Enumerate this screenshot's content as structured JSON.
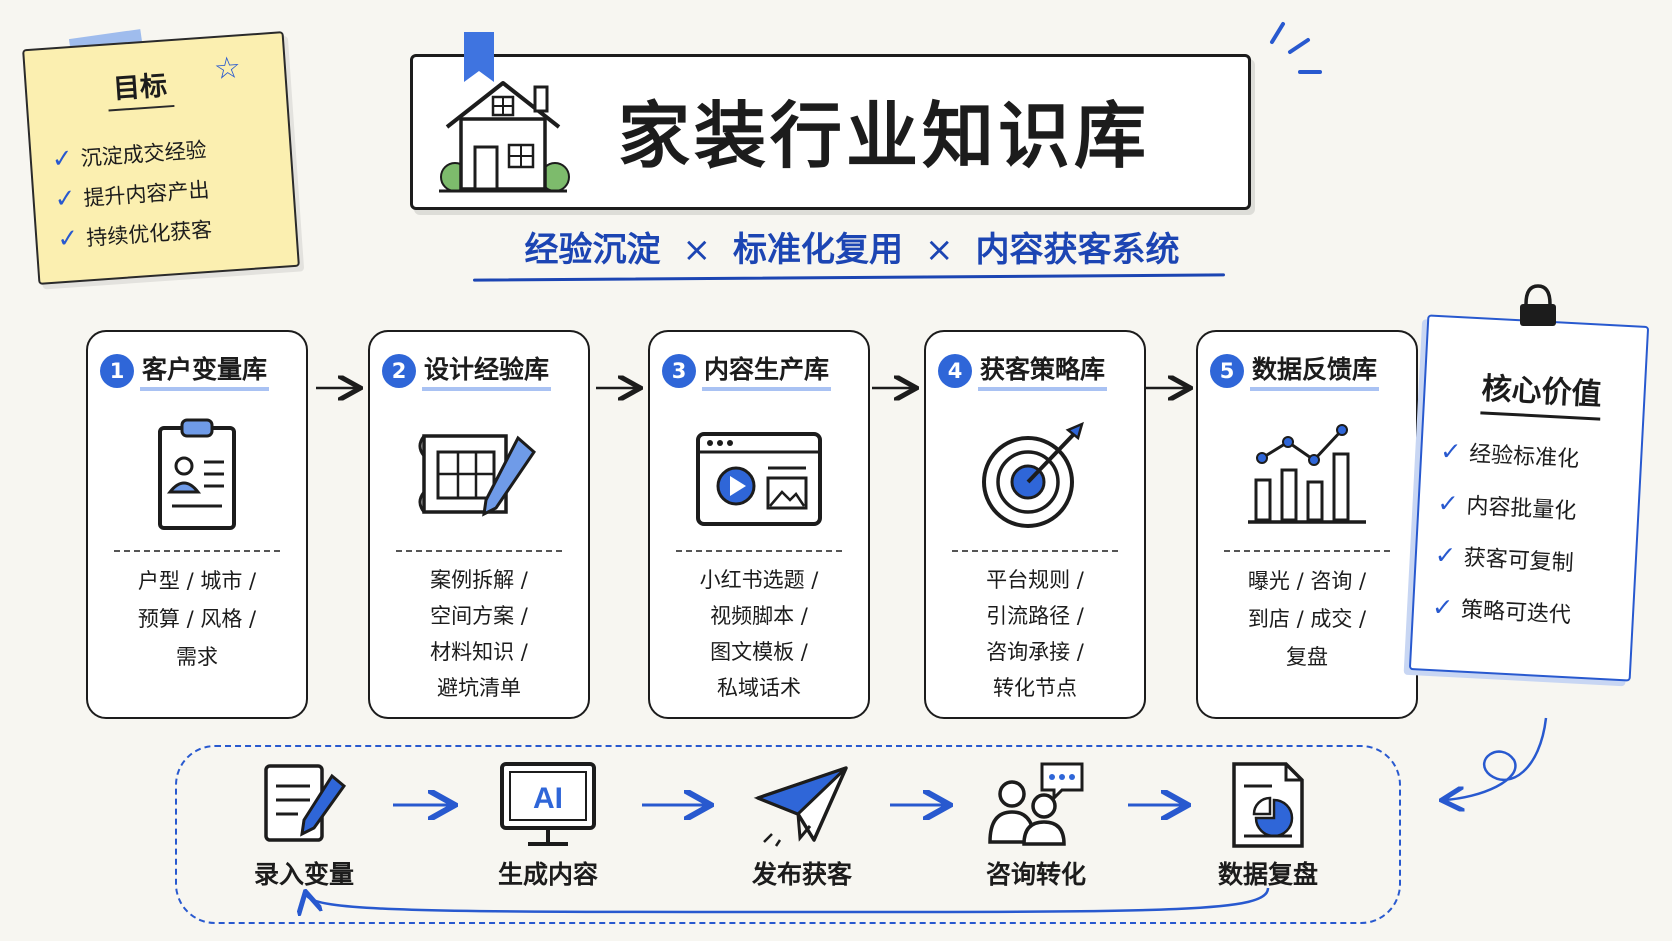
{
  "colors": {
    "accent": "#2859cf",
    "note": "#fbefb0",
    "background": "#f7f6f1",
    "ink": "#1c1c1c"
  },
  "goal": {
    "title": "目标",
    "items": [
      "沉淀成交经验",
      "提升内容产出",
      "持续优化获客"
    ]
  },
  "header": {
    "title": "家装行业知识库",
    "subtitle_parts": [
      "经验沉淀",
      "标准化复用",
      "内容获客系统"
    ],
    "separator": "×"
  },
  "modules": [
    {
      "number": "1",
      "title": "客户变量库",
      "icon": "clipboard-profile-icon",
      "items": [
        "户型 /",
        "城市 /",
        "预算 /",
        "风格 /",
        "需求"
      ]
    },
    {
      "number": "2",
      "title": "设计经验库",
      "icon": "blueprint-pencil-icon",
      "items": [
        "案例拆解 /",
        "空间方案 /",
        "材料知识 /",
        "避坑清单"
      ]
    },
    {
      "number": "3",
      "title": "内容生产库",
      "icon": "video-window-icon",
      "items": [
        "小红书选题 /",
        "视频脚本 /",
        "图文模板 /",
        "私域话术"
      ]
    },
    {
      "number": "4",
      "title": "获客策略库",
      "icon": "target-icon",
      "items": [
        "平台规则 /",
        "引流路径 /",
        "咨询承接 /",
        "转化节点"
      ]
    },
    {
      "number": "5",
      "title": "数据反馈库",
      "icon": "bar-line-chart-icon",
      "items": [
        "曝光 /",
        "咨询 /",
        "到店 /",
        "成交 /",
        "复盘"
      ]
    }
  ],
  "core": {
    "title": "核心价值",
    "items": [
      "经验标准化",
      "内容批量化",
      "获客可复制",
      "策略可迭代"
    ]
  },
  "workflow": {
    "steps": [
      {
        "label": "录入变量",
        "icon": "notepad-pencil-icon"
      },
      {
        "label": "生成内容",
        "icon": "ai-monitor-icon",
        "badge": "AI"
      },
      {
        "label": "发布获客",
        "icon": "paper-plane-icon"
      },
      {
        "label": "咨询转化",
        "icon": "people-chat-icon"
      },
      {
        "label": "数据复盘",
        "icon": "report-chart-icon"
      }
    ]
  }
}
